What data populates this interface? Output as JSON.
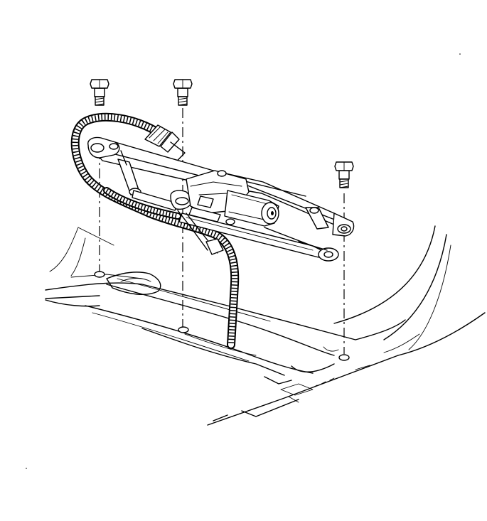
{
  "figure": {
    "subject": "wiper-transmission-and-motor-assembly",
    "fasteners": [
      {
        "id": "bolt-left"
      },
      {
        "id": "bolt-center"
      },
      {
        "id": "bolt-right"
      }
    ]
  }
}
